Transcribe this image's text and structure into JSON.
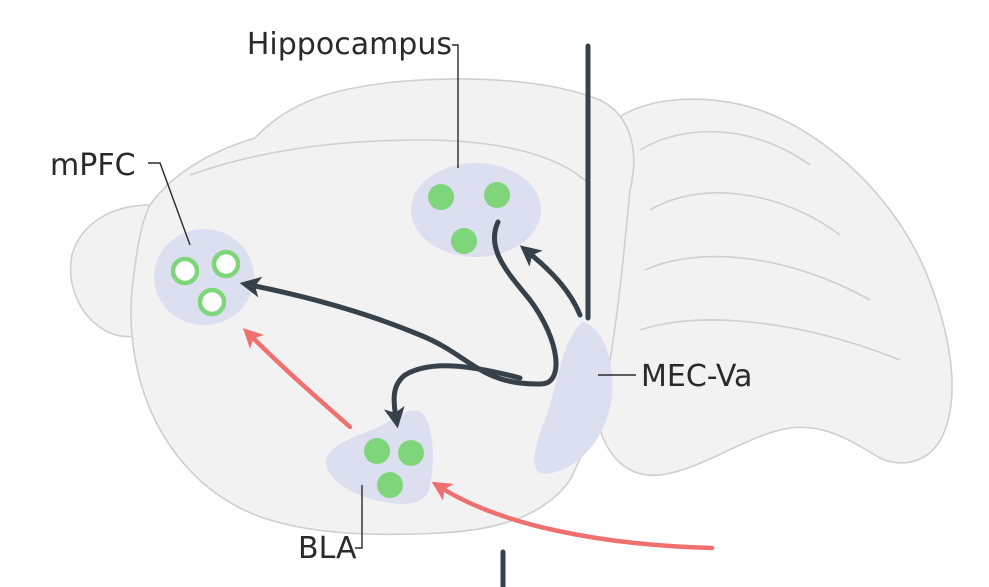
{
  "labels": {
    "hippocampus": "Hippocampus",
    "mpfc": "mPFC",
    "mec": "MEC-Va",
    "bla": "BLA"
  },
  "colors": {
    "brain_fill": "#f2f2f2",
    "brain_stroke": "#cfcfcf",
    "region_fill": "#dcdff0",
    "cell_green": "#7fd67a",
    "projection_dark": "#36414a",
    "projection_red": "#f07070"
  },
  "regions": [
    "hippocampus",
    "mpfc",
    "mec",
    "bla"
  ],
  "projections": [
    {
      "from": "MEC-Va",
      "to": "Hippocampus",
      "color": "dark"
    },
    {
      "from": "Hippocampus",
      "to": "mPFC",
      "color": "dark"
    },
    {
      "from": "Hippocampus",
      "to": "BLA",
      "color": "dark"
    },
    {
      "from": "BLA",
      "to": "mPFC",
      "color": "red"
    },
    {
      "from": "external",
      "to": "BLA",
      "color": "red"
    }
  ]
}
